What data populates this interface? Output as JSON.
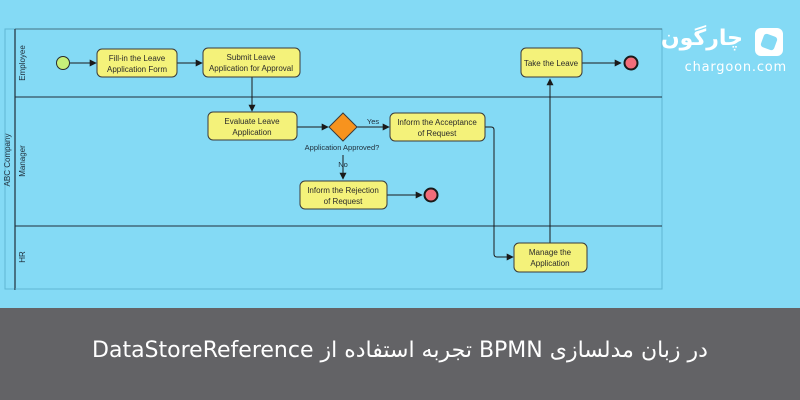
{
  "diagram": {
    "pool_label": "ABC Company",
    "lanes": [
      {
        "id": "employee",
        "label": "Employee"
      },
      {
        "id": "manager",
        "label": "Manager"
      },
      {
        "id": "hr",
        "label": "HR"
      }
    ],
    "tasks": {
      "fill_form": {
        "line1": "Fill-in the Leave",
        "line2": "Application Form"
      },
      "submit": {
        "line1": "Submit Leave",
        "line2": "Application for Approval"
      },
      "evaluate": {
        "line1": "Evaluate Leave",
        "line2": "Application"
      },
      "inform_accept": {
        "line1": "Inform the Acceptance",
        "line2": "of Request"
      },
      "inform_reject": {
        "line1": "Inform the Rejection",
        "line2": "of Request"
      },
      "manage": {
        "line1": "Manage the",
        "line2": "Application"
      },
      "take_leave": {
        "line1": "Take the Leave"
      }
    },
    "gateway": {
      "label": "Application Approved?"
    },
    "edge_labels": {
      "yes": "Yes",
      "no": "No"
    },
    "colors": {
      "task_fill": "#f4f27a",
      "gateway_fill": "#f7931e",
      "start_fill": "#c6f07a",
      "end_fill": "#f36d7a",
      "background": "#84daf5",
      "footer": "#636366"
    }
  },
  "logo": {
    "name_fa": "چارگون",
    "url": "chargoon.com"
  },
  "footer": {
    "title": "در زبان مدلسازی BPMN تجربه استفاده از DataStoreReference"
  }
}
